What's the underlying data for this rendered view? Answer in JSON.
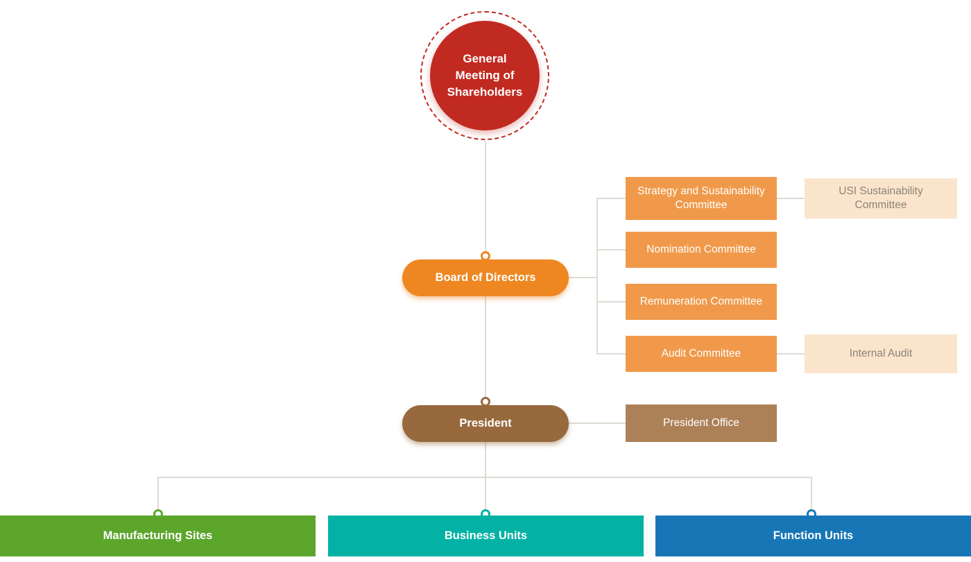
{
  "palette": {
    "red": "#c12a21",
    "orange": "#ee8722",
    "orange-light": "#f0994a",
    "peach": "#fae5cc",
    "peach-text": "#8d8276",
    "brown": "#97693d",
    "tan": "#ac8158",
    "green": "#5ca62c",
    "teal": "#04b2a5",
    "blue": "#1777b6",
    "line": "#e0dad4"
  },
  "nodes": {
    "root": {
      "label": "General Meeting of Shareholders"
    },
    "board": {
      "label": "Board of Directors"
    },
    "committees": [
      {
        "label": "Strategy and Sustainability Committee"
      },
      {
        "label": "Nomination Committee"
      },
      {
        "label": "Remuneration Committee"
      },
      {
        "label": "Audit Committee"
      }
    ],
    "sub_units": [
      {
        "label": "USI Sustainability Committee"
      },
      {
        "label": "Internal Audit"
      }
    ],
    "president": {
      "label": "President"
    },
    "president_office": {
      "label": "President Office"
    },
    "bottom_units": [
      {
        "label": "Manufacturing Sites"
      },
      {
        "label": "Business Units"
      },
      {
        "label": "Function Units"
      }
    ]
  }
}
